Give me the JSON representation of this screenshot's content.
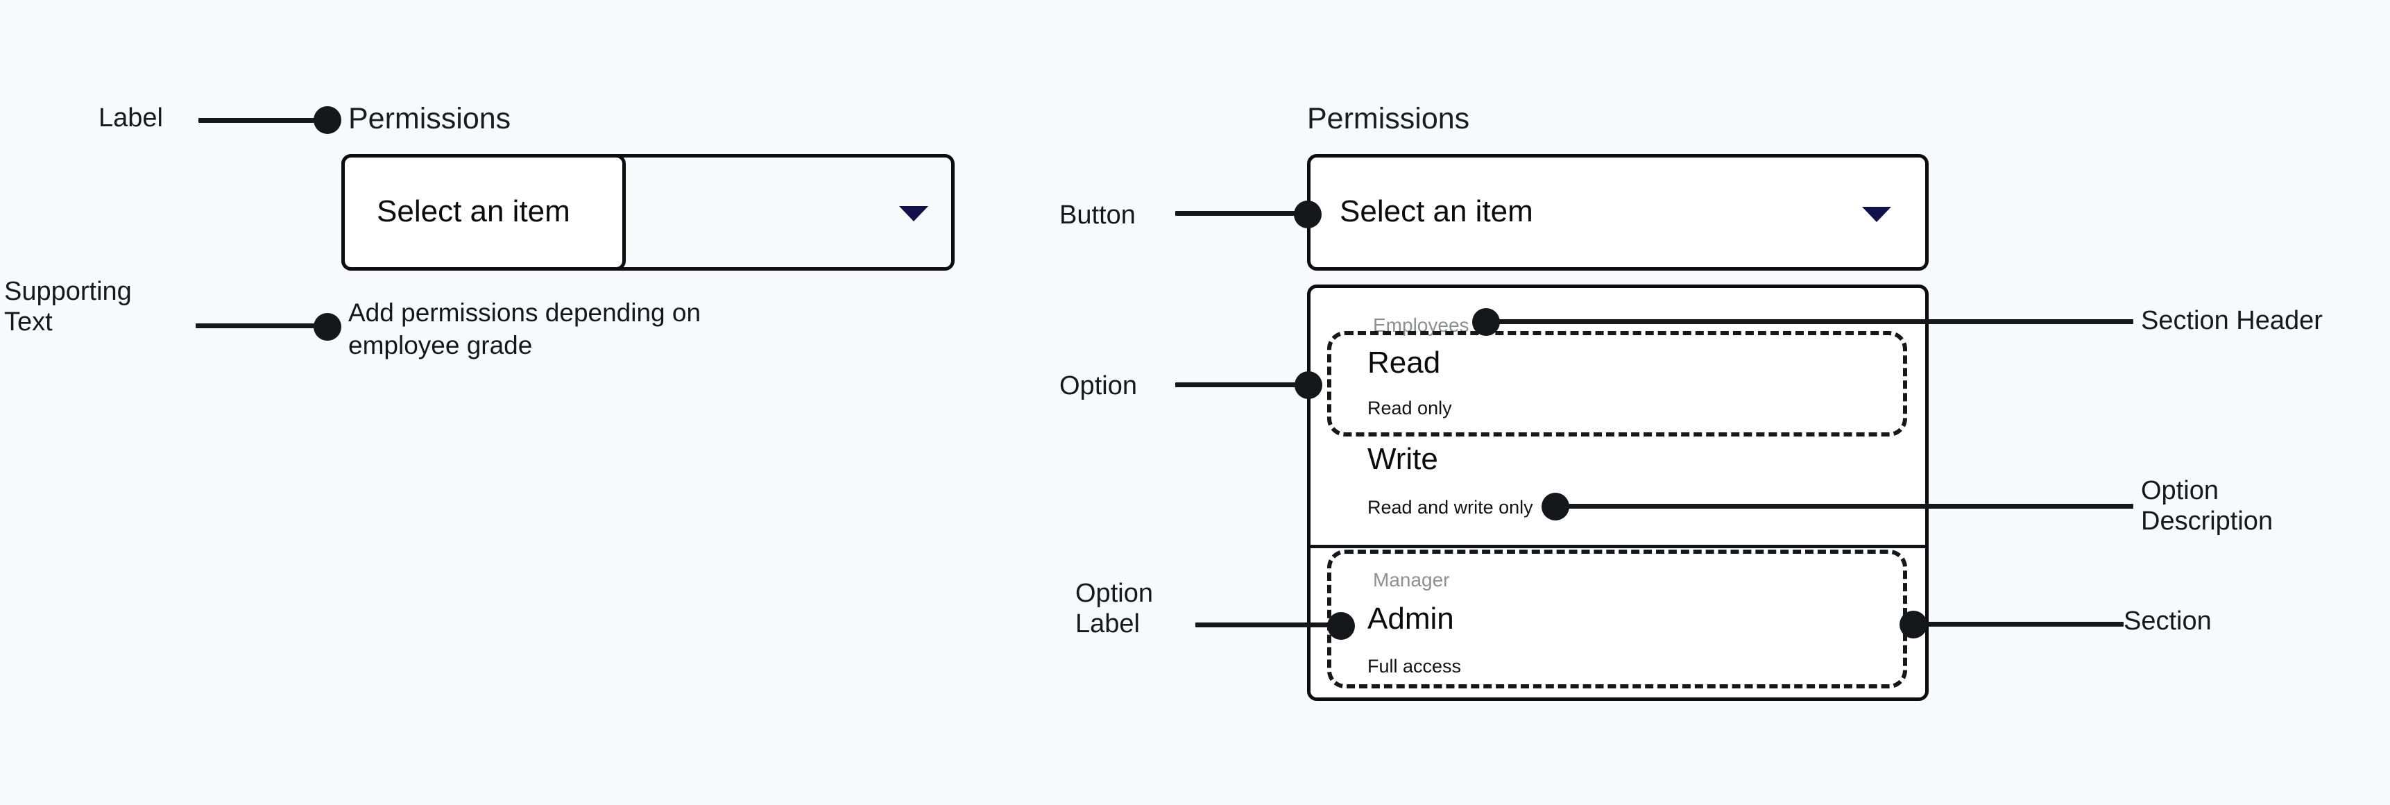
{
  "background_color": "#f7f9fb",
  "accent_caret_color": "#13114a",
  "left_spec": {
    "label": "Permissions",
    "select": {
      "value": "Select an item",
      "caret_icon": "chevron-down-icon"
    },
    "supporting_text": "Add permissions depending on\nemployee grade",
    "annotations": [
      {
        "name": "label",
        "text": "Label"
      },
      {
        "name": "supporting-text",
        "text": "Supporting\nText"
      }
    ]
  },
  "right_spec": {
    "label": "Permissions",
    "button": {
      "value": "Select an item",
      "caret_icon": "chevron-down-icon"
    },
    "sections": [
      {
        "header": "Employees",
        "options": [
          {
            "label": "Read",
            "description": "Read only"
          },
          {
            "label": "Write",
            "description": "Read and write only"
          }
        ]
      },
      {
        "header": "Manager",
        "options": [
          {
            "label": "Admin",
            "description": "Full access"
          }
        ]
      }
    ],
    "annotations": [
      {
        "name": "button",
        "text": "Button"
      },
      {
        "name": "option",
        "text": "Option"
      },
      {
        "name": "option-label",
        "text": "Option\nLabel"
      },
      {
        "name": "section-header",
        "text": "Section Header"
      },
      {
        "name": "option-description",
        "text": "Option\nDescription"
      },
      {
        "name": "section",
        "text": "Section"
      }
    ]
  }
}
